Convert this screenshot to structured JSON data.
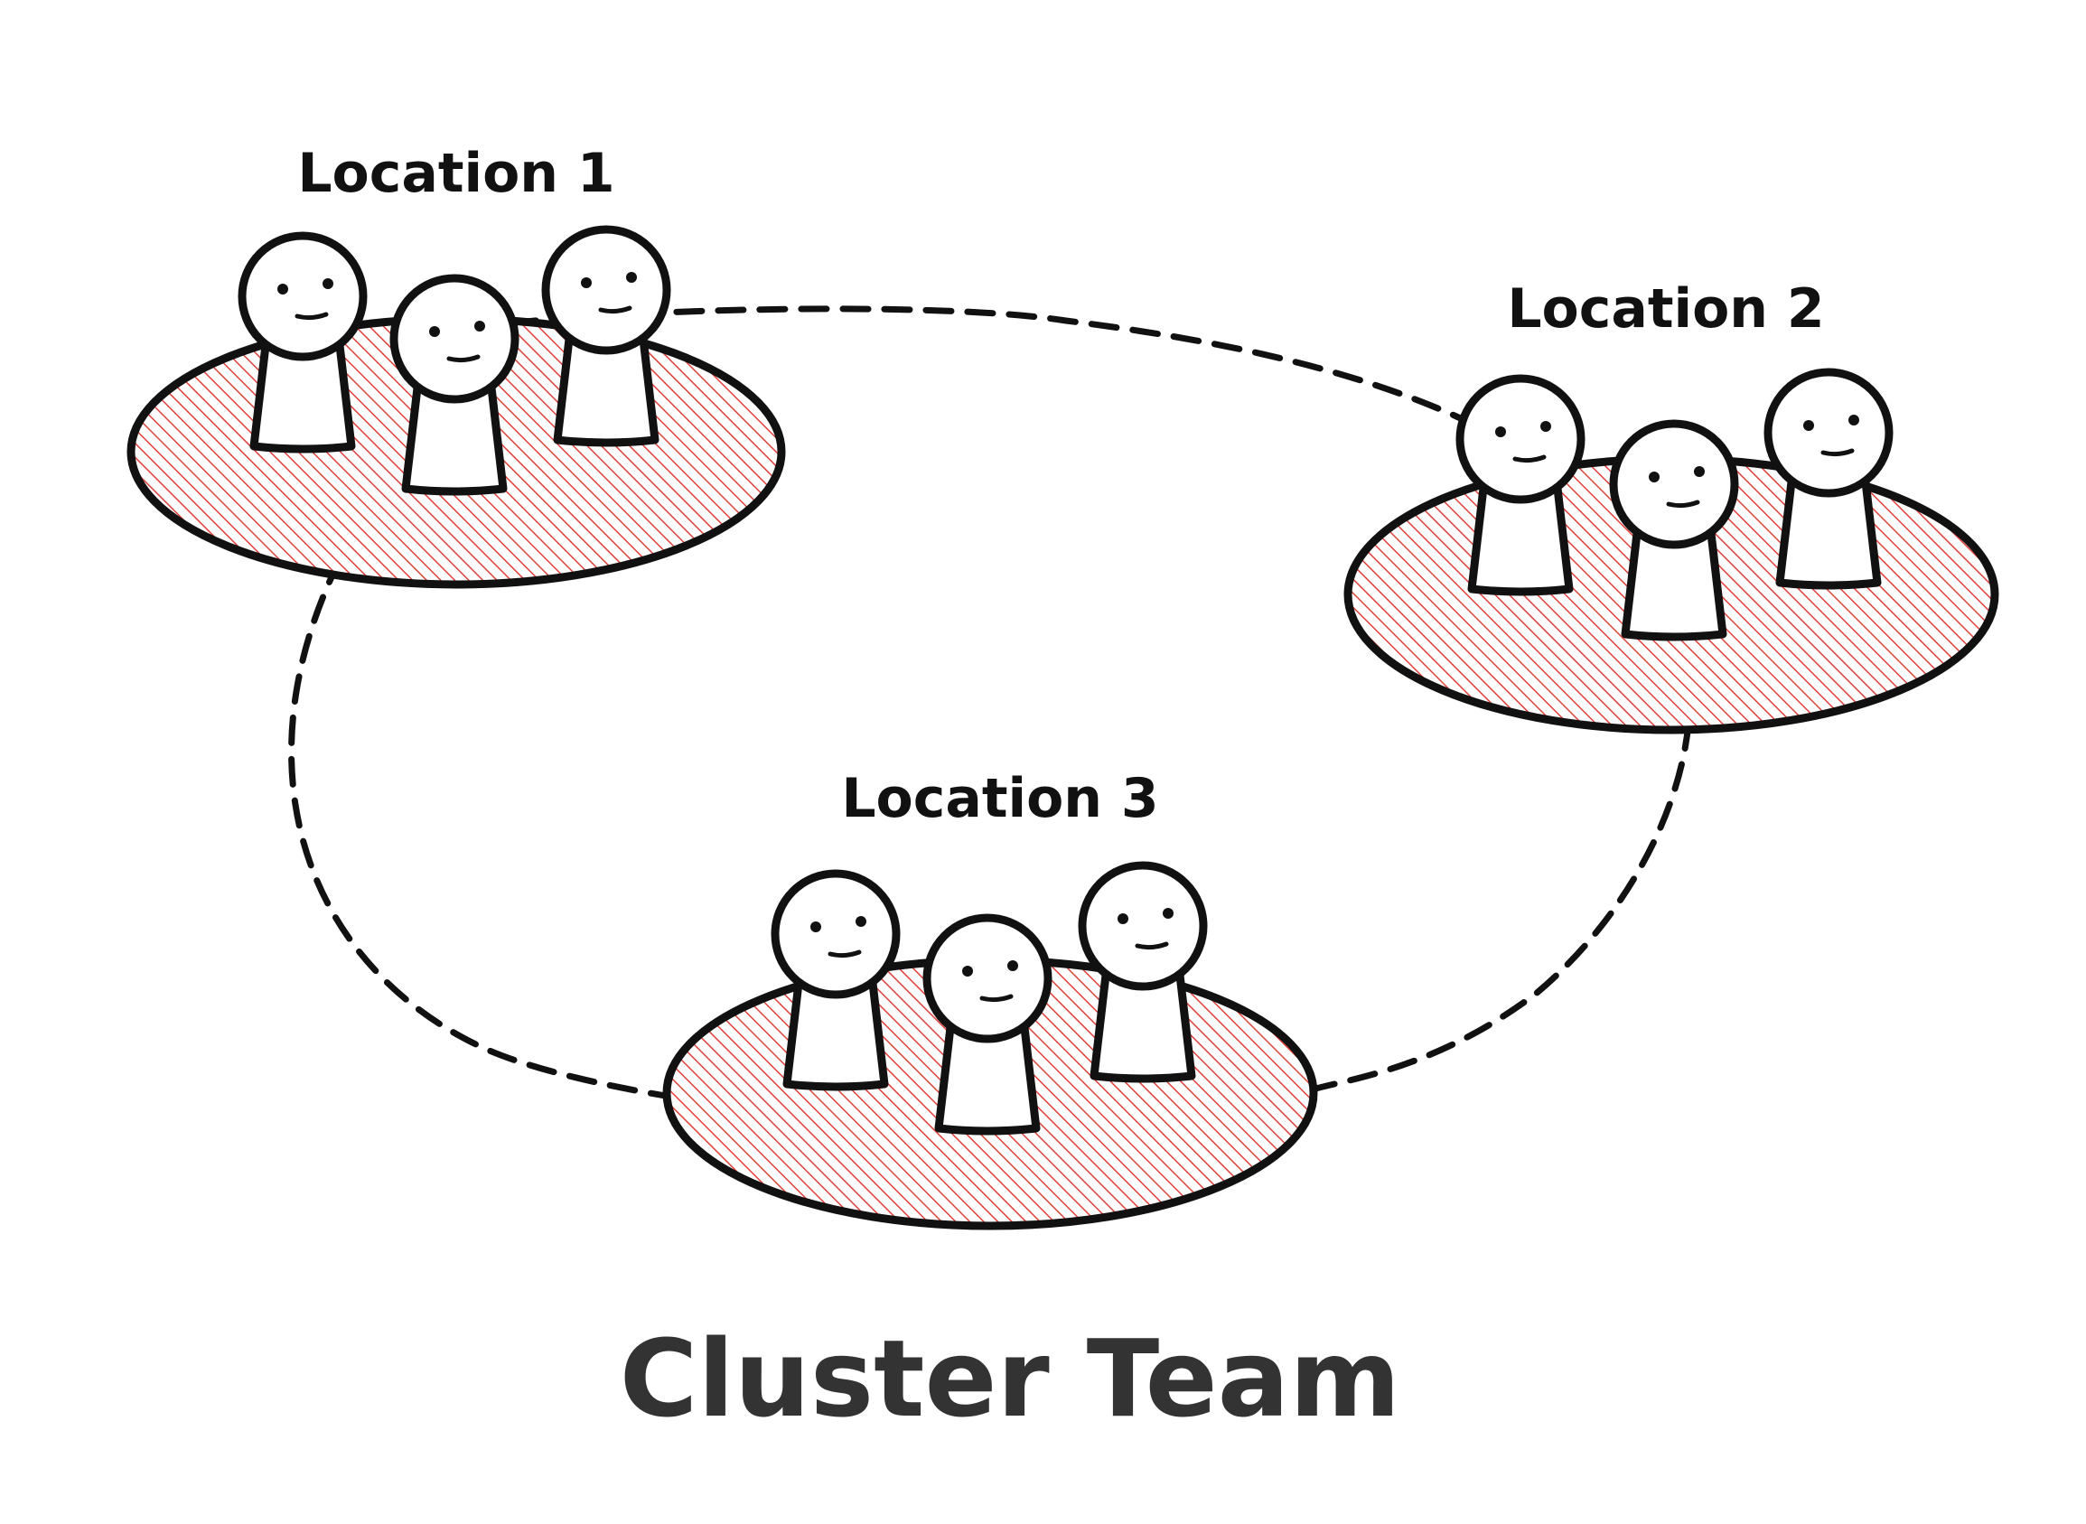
{
  "title": "Cluster Team",
  "locations": [
    {
      "label": "Location 1",
      "people": 3
    },
    {
      "label": "Location 2",
      "people": 3
    },
    {
      "label": "Location 3",
      "people": 3
    }
  ],
  "colors": {
    "hatch": "#e0403a",
    "outline": "#111111",
    "title": "#333333"
  },
  "icons": [
    "person-icon"
  ]
}
